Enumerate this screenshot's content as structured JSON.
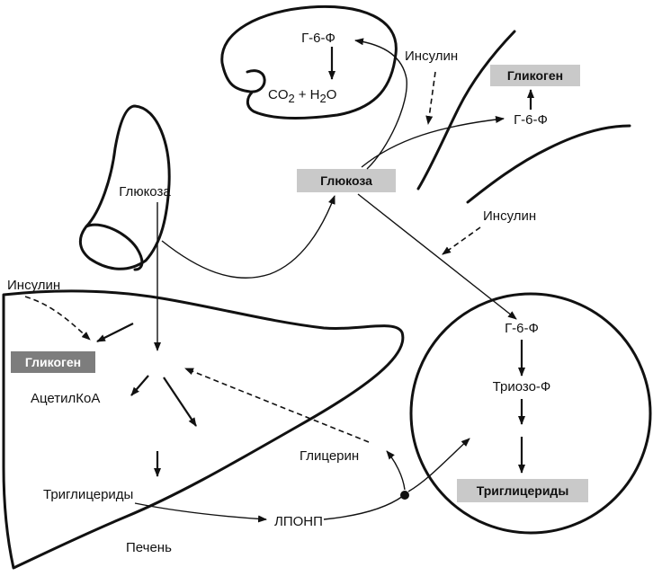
{
  "labels": {
    "muscle_g6p": "Г-6-Ф",
    "co2": "CO",
    "co2_sub": "2",
    "plus": "+ H",
    "h2o_sub": "2",
    "o": "O",
    "insulin_top": "Инсулин",
    "glycogen_right": "Гликоген",
    "right_g6p": "Г-6-Ф",
    "glucose_center": "Глюкоза",
    "glucose_intestine": "Глюкоза",
    "insulin_middle": "Инсулин",
    "insulin_left": "Инсулин",
    "adipose_g6p": "Г-6-Ф",
    "triose": "Триозо-Ф",
    "triglycerides_adipose": "Триглицериды",
    "glycogen_liver": "Гликоген",
    "acetylcoa": "АцетилКоА",
    "glycerol": "Глицерин",
    "triglycerides_liver": "Триглицериды",
    "vldl": "ЛПОНП",
    "liver": "Печень"
  },
  "colors": {
    "line": "#111111",
    "box_light": "#c9c9c9",
    "box_dark": "#7d7d7d"
  }
}
